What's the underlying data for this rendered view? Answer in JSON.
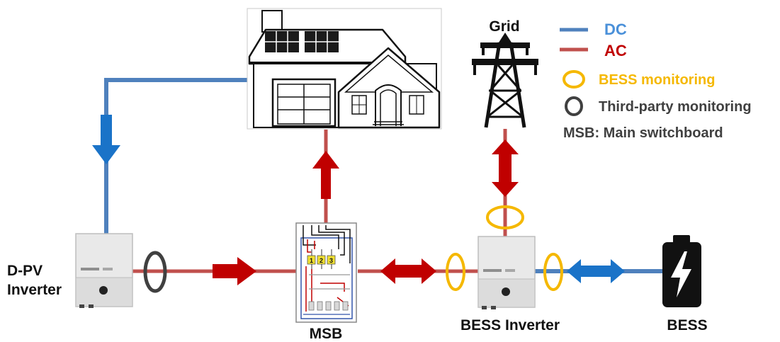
{
  "labels": {
    "grid": "Grid",
    "dpv_line1": "D-PV",
    "dpv_line2": "Inverter",
    "msb": "MSB",
    "bess_inverter": "BESS Inverter",
    "bess": "BESS"
  },
  "legend": {
    "dc": "DC",
    "ac": "AC",
    "bess_monitoring": "BESS monitoring",
    "third_party_monitoring": "Third-party monitoring",
    "msb_note": "MSB: Main switchboard"
  },
  "msb_breaker_numbers": [
    "1",
    "2",
    "3"
  ],
  "colors": {
    "dc": "#4f81bd",
    "dc_arrow": "#1a73c8",
    "ac": "#c0504d",
    "ac_arrow": "#c00000",
    "bess_monitoring": "#f5b800",
    "third_party_monitoring": "#404040",
    "legend_dc_text": "#4a90d9",
    "legend_ac_text": "#c00000",
    "legend_bess_text": "#f5b800",
    "legend_dark_text": "#404040"
  },
  "icons": {
    "house": "house-icon",
    "tower": "transmission-tower-icon",
    "battery": "battery-lightning-icon",
    "inverter": "inverter-icon",
    "switchboard": "switchboard-icon"
  }
}
